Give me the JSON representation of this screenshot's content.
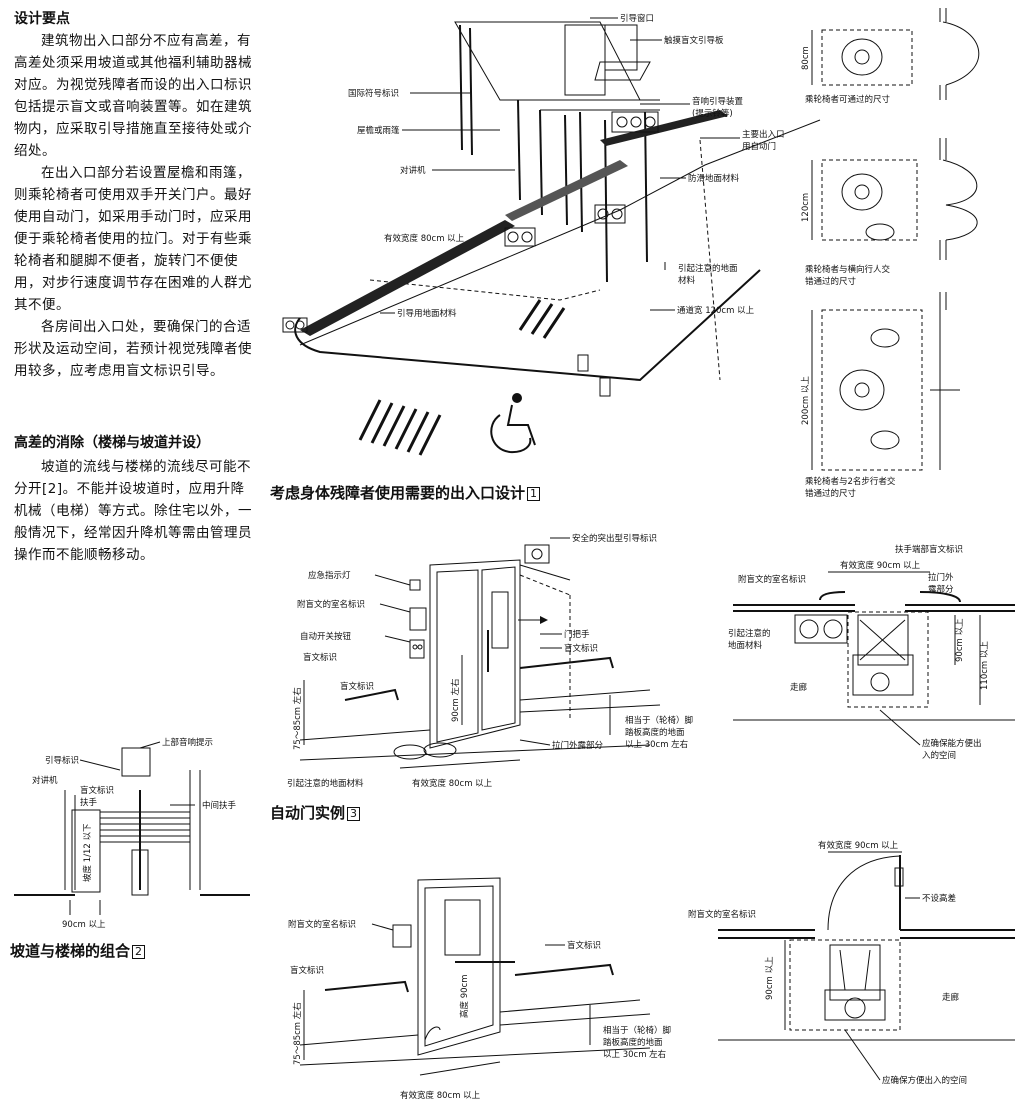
{
  "intro": {
    "heading": "设计要点",
    "para1": "建筑物出入口部分不应有高差，有高差处须采用坡道或其他福利辅助器械对应。为视觉残障者而设的出入口标识包括提示盲文或音响装置等。如在建筑物内，应采取引导措施直至接待处或介绍处。",
    "para2": "在出入口部分若设置屋檐和雨篷，则乘轮椅者可使用双手开关门户。最好使用自动门，如采用手动门时，应采用便于乘轮椅者使用的拉门。对于有些乘轮椅者和腿脚不便者，旋转门不便使用，对步行速度调节存在困难的人群尤其不便。",
    "para3": "各房间出入口处，要确保门的合适形状及运动空间，若预计视觉残障者使用较多，应考虑用盲文标识引导。"
  },
  "section2": {
    "heading": "高差的消除（楼梯与坡道并设）",
    "para": "坡道的流线与楼梯的流线尽可能不分开[2]。不能并设坡道时，应用升降机械（电梯）等方式。除住宅以外，一般情况下，经常因升降机等需由管理员操作而不能顺畅移动。"
  },
  "fig1": {
    "caption": "考虑身体残障者使用需要的出入口设计",
    "num": "1",
    "labels": {
      "guide_window": "引导窗口",
      "tactile_board": "触摸盲文引导板",
      "intl_symbol": "国际符号标识",
      "sound_device": "音响引导装置",
      "sound_device2": "(提示铃等)",
      "eaves": "屋檐或雨篷",
      "main_entrance": "主要出入口",
      "auto_door": "用自动门",
      "intercom": "对讲机",
      "antislip": "防滑地面材料",
      "eff_width": "有效宽度 80cm 以上",
      "attention_floor": "引起注意的地面",
      "attention_floor2": "材料",
      "guide_floor": "引导用地面材料",
      "passage_width": "通道宽 120cm 以上"
    }
  },
  "fig_right": {
    "dim1": "80cm",
    "cap1": "乘轮椅者可通过的尺寸",
    "dim2": "120cm",
    "cap2a": "乘轮椅者与横向行人交",
    "cap2b": "错通过的尺寸",
    "dim3": "200cm 以上",
    "cap3a": "乘轮椅者与2名步行者交",
    "cap3b": "错通过的尺寸"
  },
  "fig3": {
    "caption": "自动门实例",
    "num": "3",
    "labels": {
      "safe_sign": "安全的突出型引导标识",
      "emergency_light": "应急指示灯",
      "room_sign": "附盲文的室名标识",
      "auto_switch": "自动开关按钮",
      "braille1": "盲文标识",
      "braille2": "盲文标识",
      "door_handle": "门把手",
      "braille3": "盲文标识",
      "height1": "90cm 左右",
      "height2": "75～85cm 左右",
      "footrest1": "相当于（轮椅）脚",
      "footrest2": "踏板高度的地面",
      "footrest3": "以上 30cm 左右",
      "pull_door": "拉门外露部分",
      "attention_floor": "引起注意的地面材料",
      "eff_width": "有效宽度 80cm 以上"
    }
  },
  "fig_plan_top": {
    "eff_width": "有效宽度 90cm 以上",
    "handrail_braille": "扶手端部盲文标识",
    "room_sign": "附盲文的室名标识",
    "pull_exposed1": "拉门外",
    "pull_exposed2": "露部分",
    "attention1": "引起注意的",
    "attention2": "地面材料",
    "dim_90": "90cm 以上",
    "dim_110": "110cm 以上",
    "corridor": "走廊",
    "space1": "应确保能方便出",
    "space2": "入的空间"
  },
  "fig2": {
    "caption": "坡道与楼梯的组合",
    "num": "2",
    "labels": {
      "top_sound": "上部音响提示",
      "guide_sign": "引导标识",
      "intercom": "对讲机",
      "braille": "盲文标识",
      "handrail": "扶手",
      "mid_handrail": "中间扶手",
      "slope": "坡度 1/12 以下",
      "width": "90cm 以上"
    }
  },
  "fig_door2": {
    "room_sign": "附盲文的室名标识",
    "braille1": "盲文标识",
    "braille2": "盲文标识",
    "height": "高度 90cm",
    "height2": "75～85cm 左右",
    "foot1": "相当于（轮椅）脚",
    "foot2": "踏板高度的地面",
    "foot3": "以上 30cm 左右",
    "eff_width": "有效宽度 80cm 以上"
  },
  "fig_plan_bottom": {
    "eff_width": "有效宽度 90cm 以上",
    "no_step": "不设高差",
    "room_sign": "附盲文的室名标识",
    "dim": "90cm 以上",
    "corridor": "走廊",
    "space": "应确保方便出入的空间"
  }
}
